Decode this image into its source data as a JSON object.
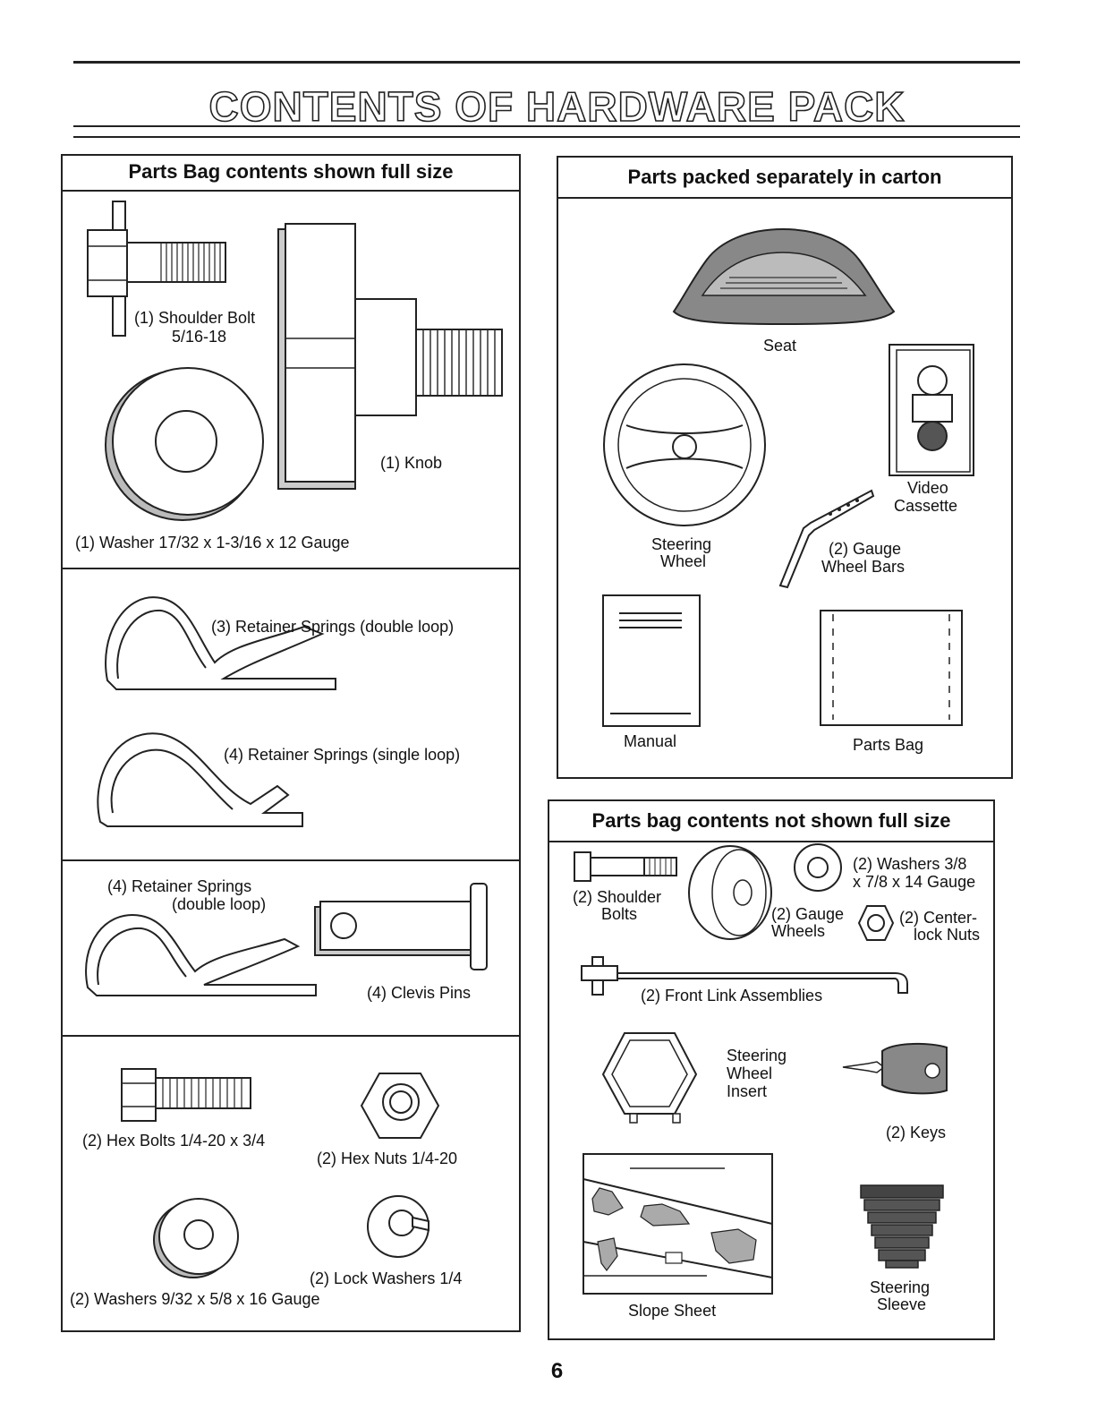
{
  "title": "CONTENTS OF HARDWARE PACK",
  "page_number": "6",
  "left_panel": {
    "header": "Parts Bag contents shown full size",
    "items": {
      "shoulder_bolt": "(1) Shoulder Bolt",
      "shoulder_bolt_size": "5/16-18",
      "knob": "(1) Knob",
      "washer_large": "(1) Washer  17/32 x 1-3/16 x 12 Gauge",
      "springs_double_3": "(3)  Retainer Springs (double loop)",
      "springs_single_4": "(4)  Retainer Springs (single loop)",
      "springs_double_4_a": "(4)  Retainer Springs",
      "springs_double_4_b": "(double loop)",
      "clevis_pins": "(4) Clevis Pins",
      "hex_bolts": "(2) Hex Bolts  1/4-20 x 3/4",
      "hex_nuts": "(2) Hex Nuts  1/4-20",
      "lock_washers": "(2) Lock Washers  1/4",
      "washers_small": "(2) Washers  9/32  x 5/8 x 16 Gauge"
    }
  },
  "carton_panel": {
    "header": "Parts packed separately in carton",
    "items": {
      "seat": "Seat",
      "video_a": "Video",
      "video_b": "Cassette",
      "steering_a": "Steering",
      "steering_b": "Wheel",
      "gauge_bars_a": "(2) Gauge",
      "gauge_bars_b": "Wheel Bars",
      "manual": "Manual",
      "parts_bag": "Parts Bag"
    }
  },
  "not_full_panel": {
    "header": "Parts bag contents not shown full size",
    "items": {
      "washers_a": "(2) Washers  3/8",
      "washers_b": "x 7/8 x 14 Gauge",
      "shoulder_a": "(2) Shoulder",
      "shoulder_b": "Bolts",
      "gauge_wheels_a": "(2) Gauge",
      "gauge_wheels_b": "Wheels",
      "centerlock_a": "(2) Center-",
      "centerlock_b": "lock Nuts",
      "front_link": "(2) Front Link Assemblies",
      "insert_a": "Steering",
      "insert_b": "Wheel",
      "insert_c": "Insert",
      "keys": "(2) Keys",
      "slope_sheet": "Slope Sheet",
      "sleeve_a": "Steering",
      "sleeve_b": "Sleeve"
    }
  }
}
